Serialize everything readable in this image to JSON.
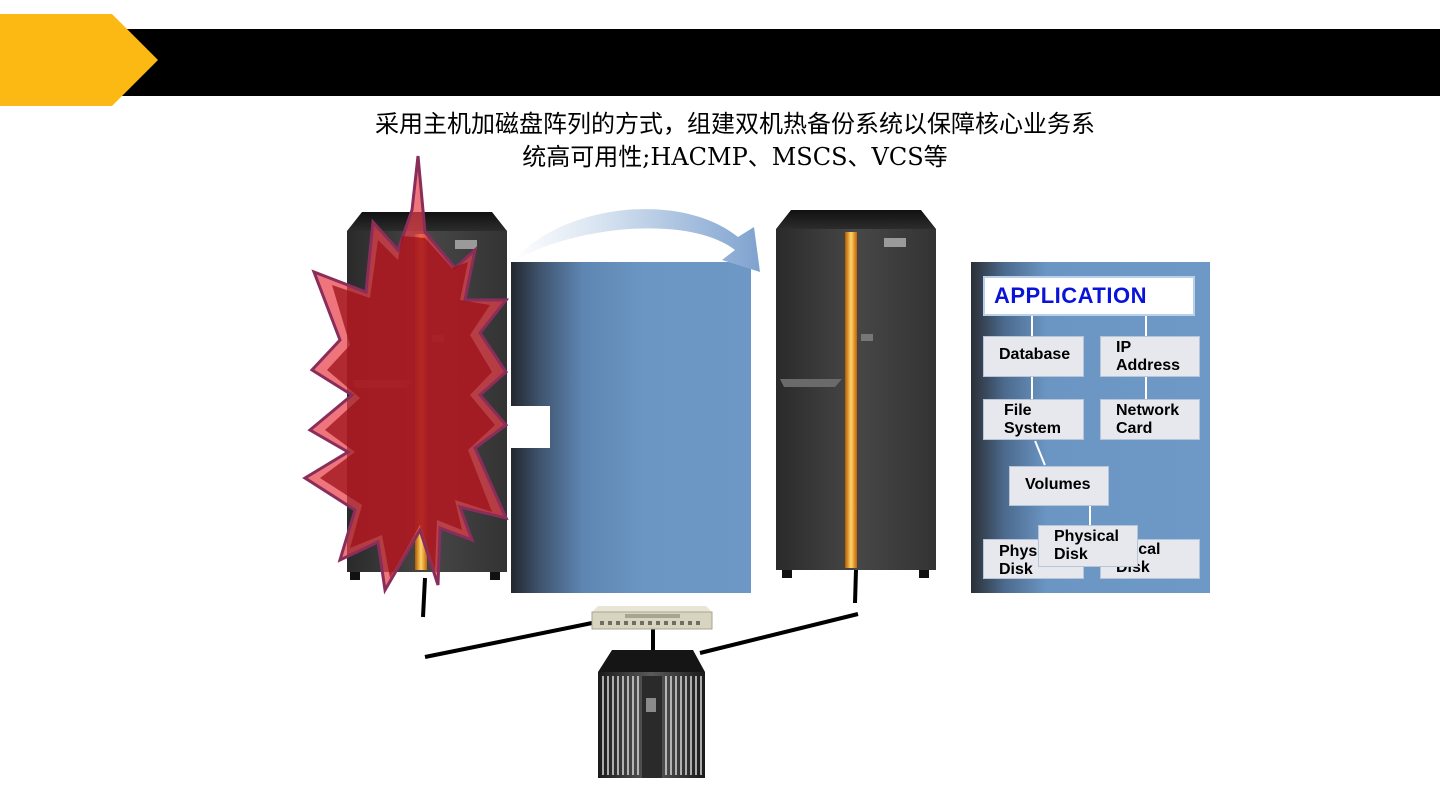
{
  "caption": {
    "line1": "采用主机加磁盘阵列的方式，组建双机热备份系统以保障核心业务系",
    "line2": "统高可用性;HACMP、MSCS、VCS等"
  },
  "colors": {
    "accent": "#FDB913",
    "title_bar": "#000000",
    "failure_burst": "#E8404A",
    "app_header_text": "#0A14D8"
  },
  "application_stack": {
    "header": "APPLICATION",
    "database": "Database",
    "ip_address": "IP\nAddress",
    "file_system": "File\nSystem",
    "network_card": "Network\nCard",
    "volumes": "Volumes",
    "physical_disk_left": "Phys\nDisk",
    "physical_disk_center": "Physical\nDisk",
    "physical_disk_right": "ysical\nDisk"
  }
}
